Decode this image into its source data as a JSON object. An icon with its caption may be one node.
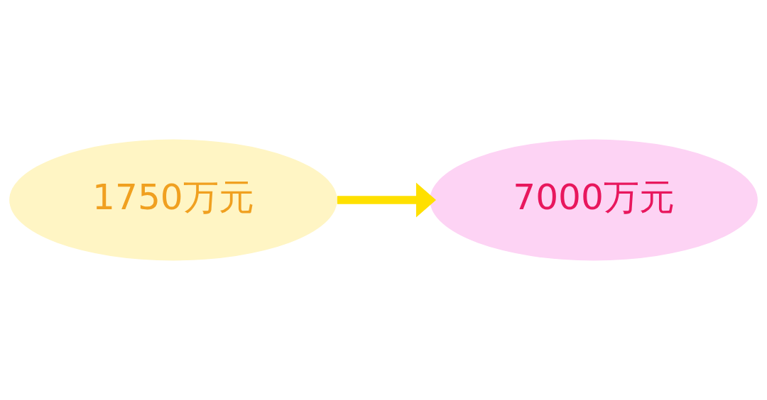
{
  "diagram": {
    "nodes": [
      {
        "text": [
          "1750万元"
        ]
      },
      {
        "text": [
          "7000万元"
        ]
      }
    ],
    "edges": [
      {
        "from": 0,
        "to": 1,
        "arrow": "to"
      }
    ]
  }
}
